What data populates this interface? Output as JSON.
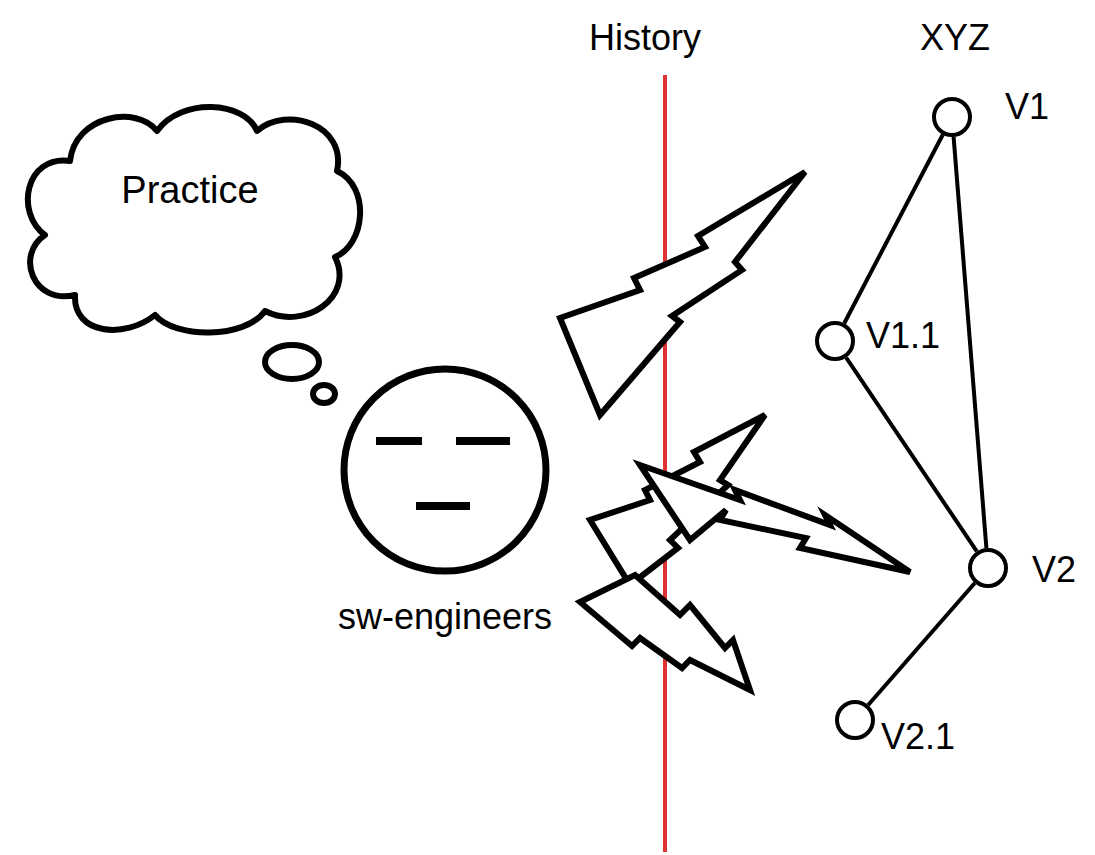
{
  "diagram": {
    "nodes": [
      {
        "text": [
          "Practice"
        ]
      },
      {
        "text": [
          "sw-engineers"
        ]
      },
      {
        "text": [
          "V1"
        ]
      },
      {
        "text": [
          "V1.1"
        ]
      },
      {
        "text": [
          "V2"
        ]
      },
      {
        "text": [
          "V2.1"
        ]
      }
    ],
    "edges": [
      {
        "from": 2,
        "to": 3,
        "arrow": "none"
      },
      {
        "from": 2,
        "to": 4,
        "arrow": "none"
      },
      {
        "from": 3,
        "to": 4,
        "arrow": "none"
      },
      {
        "from": 4,
        "to": 5,
        "arrow": "none"
      }
    ],
    "labels": [
      "History",
      "XYZ"
    ]
  }
}
